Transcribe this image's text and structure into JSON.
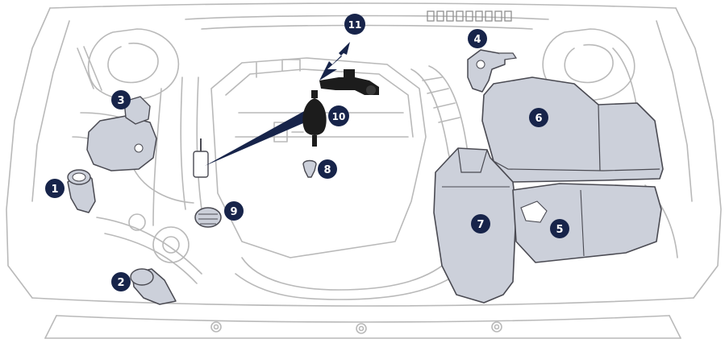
{
  "colors": {
    "line": "#b9b9b9",
    "line_dark": "#8f8f8f",
    "highlight_fill": "#ccd0da",
    "highlight_stroke": "#4a4a52",
    "badge_fill": "#17244a",
    "badge_text": "#ffffff",
    "pointer_fill": "#17244a",
    "tool_fill": "#1c1c1c"
  },
  "callouts": [
    {
      "id": "1",
      "label": "1"
    },
    {
      "id": "2",
      "label": "2"
    },
    {
      "id": "3",
      "label": "3"
    },
    {
      "id": "4",
      "label": "4"
    },
    {
      "id": "5",
      "label": "5"
    },
    {
      "id": "6",
      "label": "6"
    },
    {
      "id": "7",
      "label": "7"
    },
    {
      "id": "8",
      "label": "8"
    },
    {
      "id": "9",
      "label": "9"
    },
    {
      "id": "10",
      "label": "10"
    },
    {
      "id": "11",
      "label": "11"
    }
  ],
  "grille_slots": 9
}
